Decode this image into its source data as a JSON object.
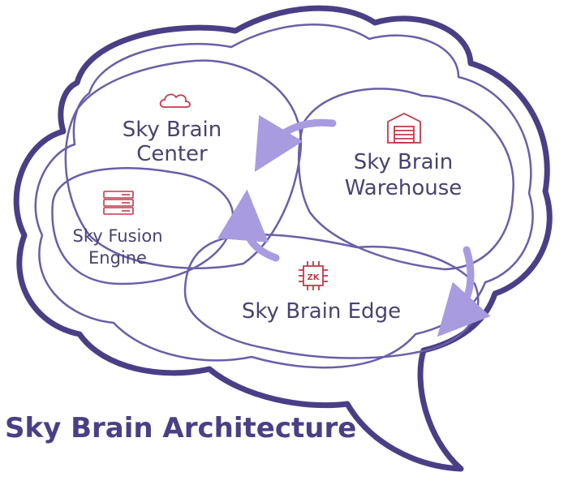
{
  "title": "Sky Brain Architecture",
  "colors": {
    "outline": "#4a3f86",
    "inner": "#6a5fa8",
    "arrow": "#a99be0",
    "icon": "#c23a4a",
    "text": "#4a4270"
  },
  "nodes": {
    "center": {
      "line1": "Sky Brain",
      "line2": "Center",
      "icon": "cloud-icon"
    },
    "fusion": {
      "line1": "Sky Fusion",
      "line2": "Engine",
      "icon": "server-rack-icon"
    },
    "warehouse": {
      "line1": "Sky Brain",
      "line2": "Warehouse",
      "icon": "warehouse-icon"
    },
    "edge": {
      "line1": "Sky Brain Edge",
      "icon": "chip-icon"
    }
  },
  "chip_text": "ZK"
}
